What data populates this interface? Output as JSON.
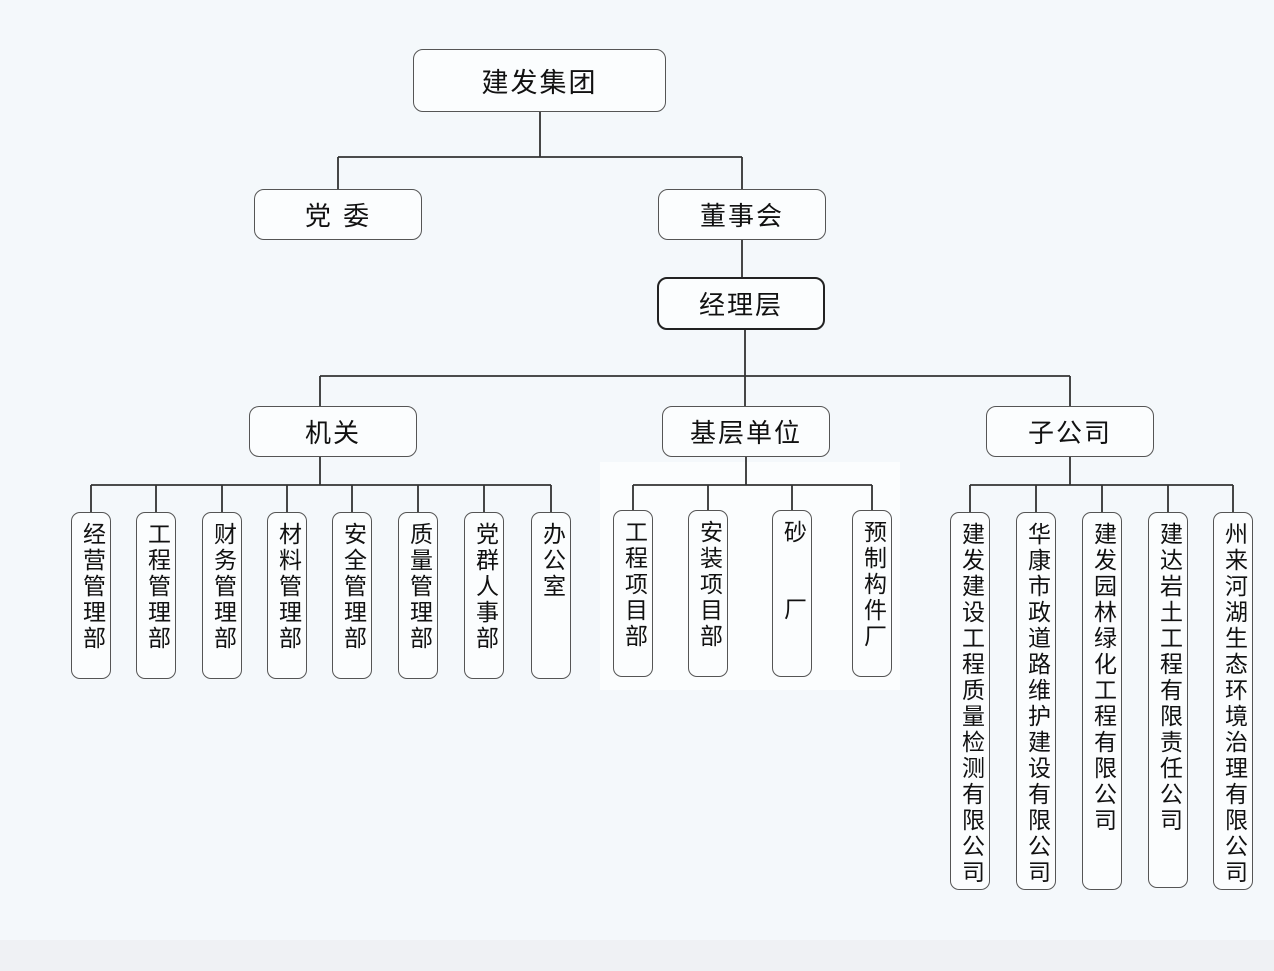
{
  "root": {
    "label": "建发集团"
  },
  "level1": [
    {
      "label": "党 委"
    },
    {
      "label": "董事会"
    }
  ],
  "management": {
    "label": "经理层"
  },
  "divisions": [
    {
      "label": "机关",
      "children": [
        "经营管理部",
        "工程管理部",
        "财务管理部",
        "材料管理部",
        "安全管理部",
        "质量管理部",
        "党群人事部",
        "办公室"
      ]
    },
    {
      "label": "基层单位",
      "children": [
        "工程项目部",
        "安装项目部",
        "砂 厂",
        "预制构件厂"
      ]
    },
    {
      "label": "子公司",
      "children": [
        "建发建设工程质量检测有限公司",
        "华康市政道路维护建设有限公司",
        "建发园林绿化工程有限公司",
        "建达岩土工程有限责任公司",
        "州来河湖生态环境治理有限公司"
      ]
    }
  ]
}
